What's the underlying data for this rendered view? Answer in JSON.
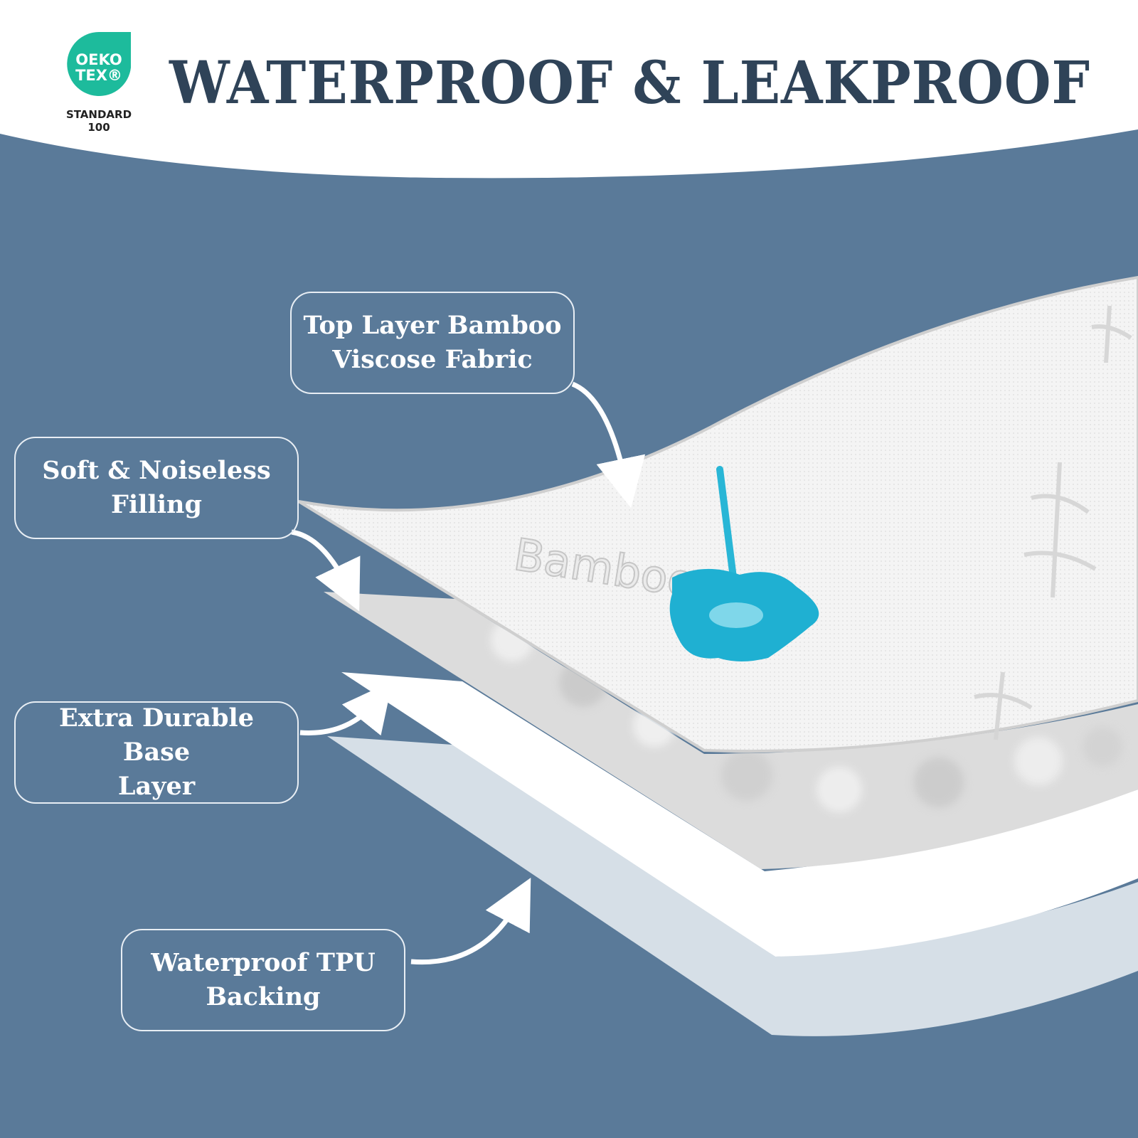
{
  "header": {
    "title": "WATERPROOF & LEAKPROOF"
  },
  "certification": {
    "logo_line1": "OEKO",
    "logo_line2": "TEX®",
    "label_line1": "STANDARD",
    "label_line2": "100",
    "logo_color": "#1dbb9c"
  },
  "product": {
    "embossed_text": "Bamboo"
  },
  "layers": [
    {
      "label": "Top Layer Bamboo\nViscose Fabric"
    },
    {
      "label": "Soft & Noiseless\nFilling"
    },
    {
      "label": "Extra Durable Base\nLayer"
    },
    {
      "label": "Waterproof TPU\nBacking"
    }
  ],
  "colors": {
    "background": "#5a7a99",
    "title": "#2f4358",
    "water": "#29b6d6",
    "backing": "#d6dfe7"
  }
}
